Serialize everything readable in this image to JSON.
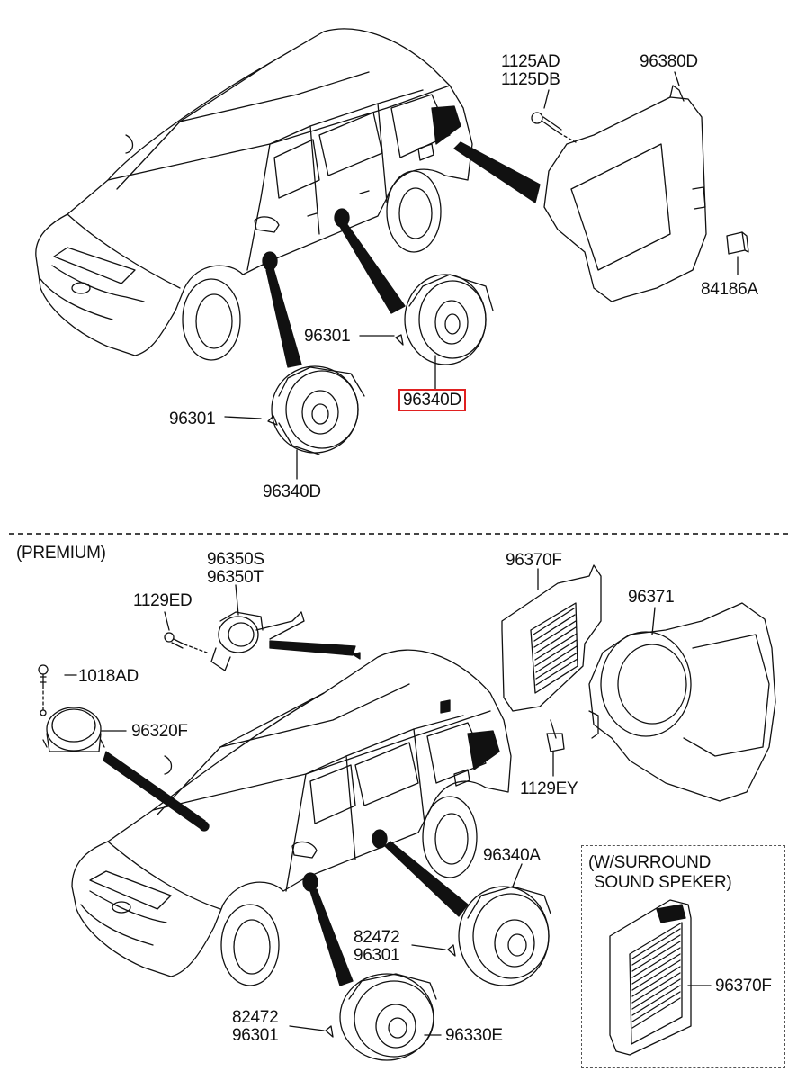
{
  "labels": {
    "p1125AD": "1125AD",
    "p1125DB": "1125DB",
    "p96380D": "96380D",
    "p84186A": "84186A",
    "p96301_a": "96301",
    "p96340D_selected": "96340D",
    "p96301_b": "96301",
    "p96340D_b": "96340D",
    "premium": "(PREMIUM)",
    "p96350S": "96350S",
    "p96350T": "96350T",
    "p96370F_a": "96370F",
    "p1129ED": "1129ED",
    "p96371": "96371",
    "p1018AD": "1018AD",
    "p96320F": "96320F",
    "p1129EY": "1129EY",
    "p96340A": "96340A",
    "p82472_a": "82472",
    "p96301_c": "96301",
    "p82472_b": "82472",
    "p96301_d": "96301",
    "p96330E": "96330E",
    "surround_line1": "(W/SURROUND",
    "surround_line2": "SOUND SPEKER)",
    "p96370F_b": "96370F"
  },
  "highlight_color": "#e02020"
}
